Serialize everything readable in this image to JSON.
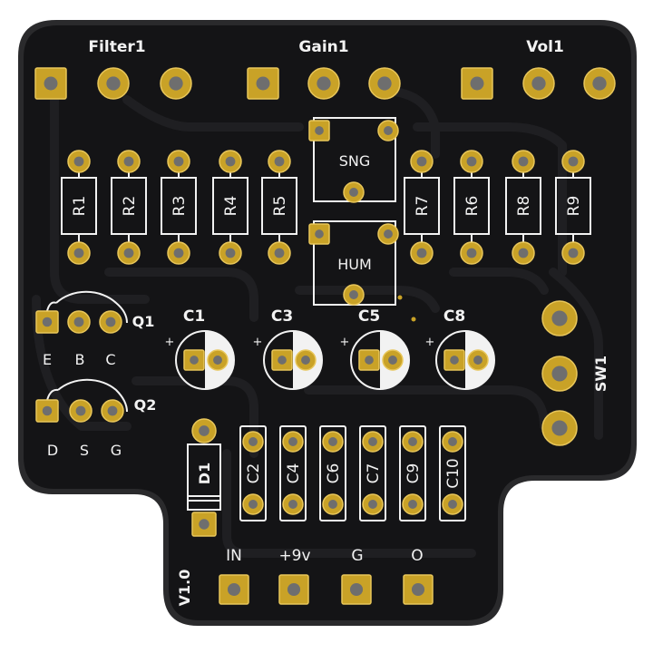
{
  "colors": {
    "background": "#ffffff",
    "board": "#141416",
    "board_edge": "#2a2a2c",
    "trace": "#1f1f22",
    "silkscreen": "#f2f2f2",
    "copper": "#c9a227",
    "copper_light": "#e8c65a",
    "drill": "#6e6e6e"
  },
  "pots": [
    {
      "ref": "Filter1",
      "label": "Filter1"
    },
    {
      "ref": "Gain1",
      "label": "Gain1"
    },
    {
      "ref": "Vol1",
      "label": "Vol1"
    }
  ],
  "resistors_left": [
    "R1",
    "R2",
    "R3",
    "R4",
    "R5"
  ],
  "resistors_right": [
    "R7",
    "R6",
    "R8",
    "R9"
  ],
  "trimmers": [
    "SNG",
    "HUM"
  ],
  "transistors": [
    {
      "ref": "Q1",
      "pins": [
        "E",
        "B",
        "C"
      ]
    },
    {
      "ref": "Q2",
      "pins": [
        "D",
        "S",
        "G"
      ]
    }
  ],
  "electrolytics": [
    "C1",
    "C3",
    "C5",
    "C8"
  ],
  "capacitors": [
    "C2",
    "C4",
    "C6",
    "C7",
    "C9",
    "C10"
  ],
  "diode": "D1",
  "switch": "SW1",
  "pads": [
    "IN",
    "+9v",
    "G",
    "O"
  ],
  "version": "V1.0",
  "icons": [
    "square-pad-icon",
    "round-pad-icon",
    "plus-polarity-icon"
  ]
}
